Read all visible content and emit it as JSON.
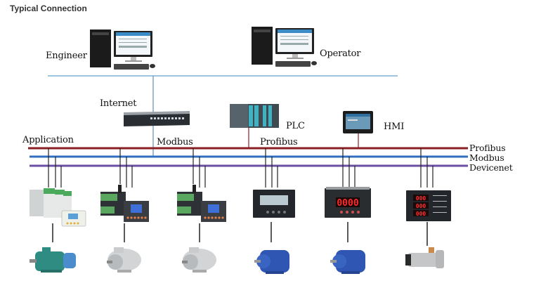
{
  "title": "Typical Connection",
  "stations": {
    "engineer": "Engineer",
    "operator": "Operator"
  },
  "network": {
    "internet": "Internet",
    "plc": "PLC",
    "hmi": "HMI"
  },
  "labels": {
    "application": "Application",
    "modbus_mid": "Modbus",
    "profibus_mid": "Profibus"
  },
  "buses": [
    {
      "name": "Profibus",
      "color": "#8b1f24"
    },
    {
      "name": "Modbus",
      "color": "#2f6fbf"
    },
    {
      "name": "Devicenet",
      "color": "#6a4fa3"
    }
  ],
  "ethernet_color": "#7fb1d6",
  "devices": [
    {
      "type": "modular-relay-group",
      "motor": "green-motor"
    },
    {
      "type": "motor-protector-lcd",
      "motor": "silver-motor"
    },
    {
      "type": "motor-protector-lcd",
      "motor": "silver-motor"
    },
    {
      "type": "lcd-panel-meter",
      "motor": "blue-motor"
    },
    {
      "type": "led-panel-meter",
      "motor": "blue-motor"
    },
    {
      "type": "multi-led-meter",
      "motor": "submersible-motor"
    }
  ]
}
